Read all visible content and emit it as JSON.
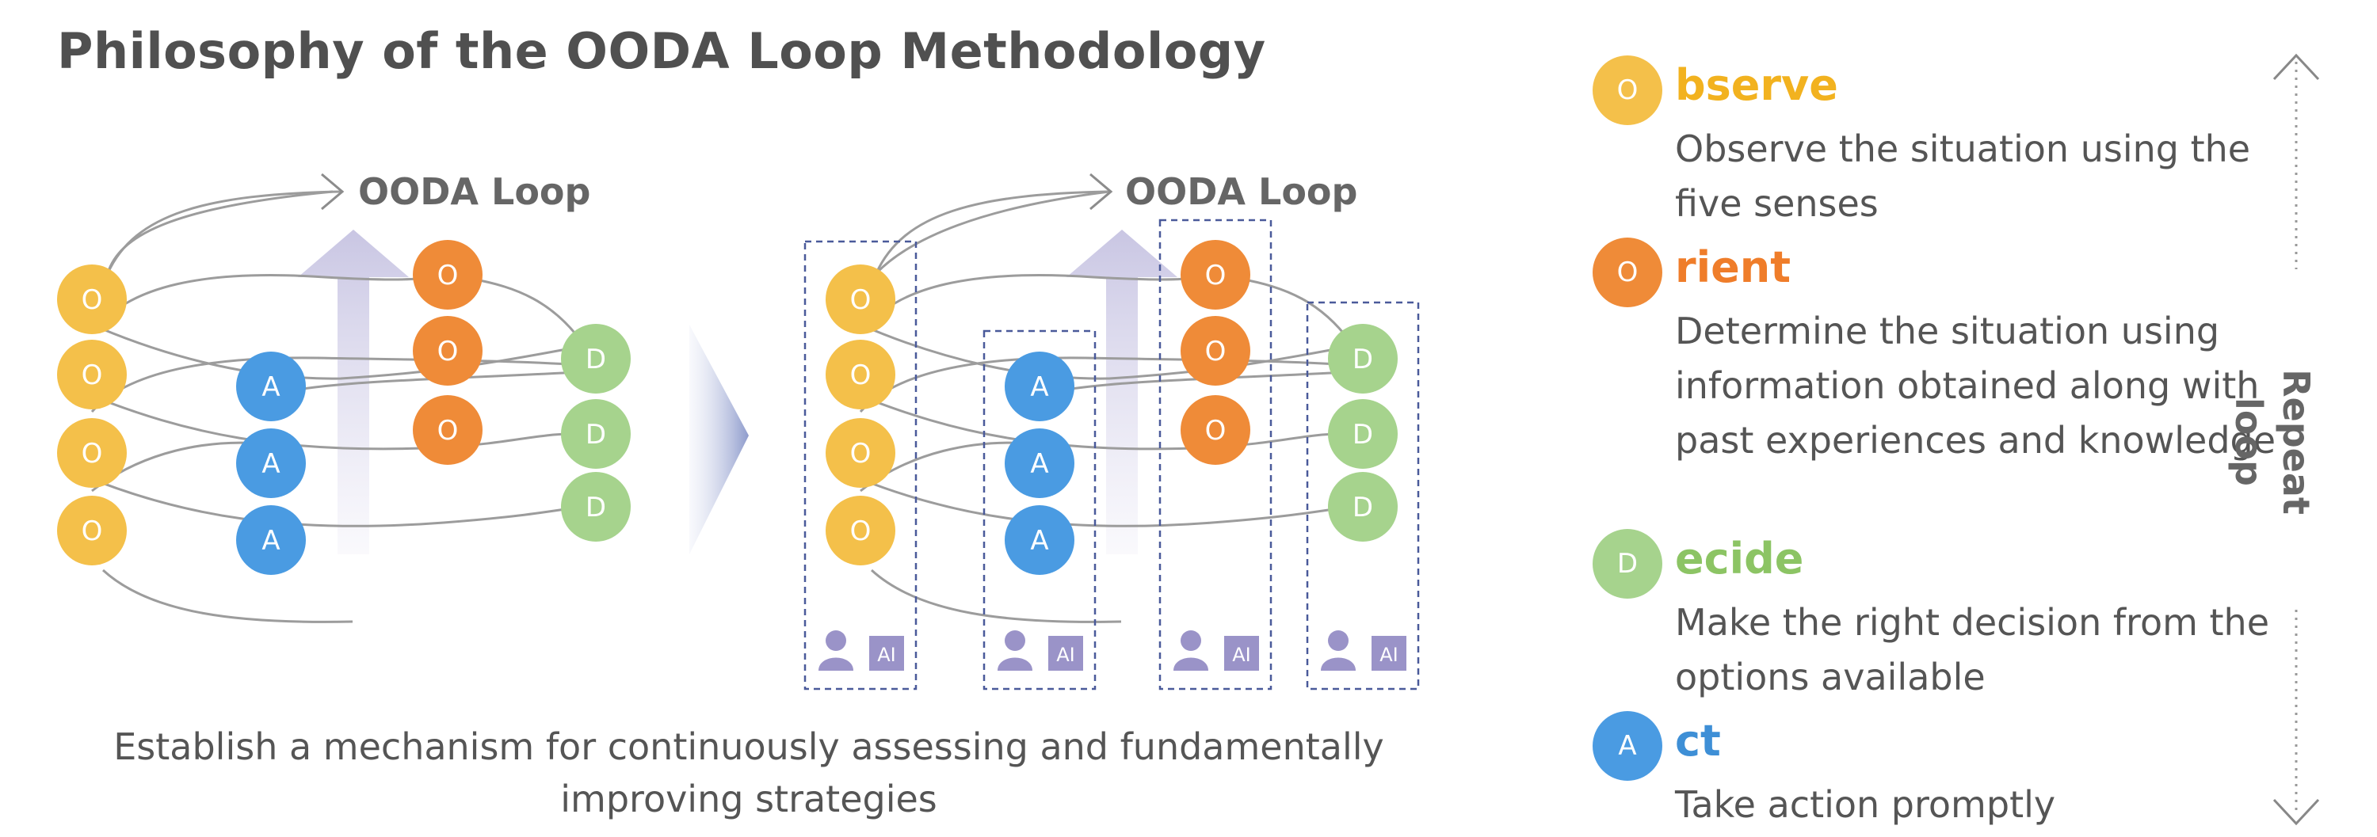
{
  "title": "Philosophy of the OODA Loop Methodology",
  "loop_label": "OODA Loop",
  "caption": "Establish a mechanism for continuously assessing and fundamentally improving strategies",
  "badge_text": "AI",
  "circle_letters": {
    "observe": "O",
    "orient": "O",
    "decide": "D",
    "act": "A"
  },
  "legend": [
    {
      "key": "observe",
      "letter": "O",
      "head": "bserve",
      "desc": "Observe the situation using the five senses",
      "color": "#f2b21f"
    },
    {
      "key": "orient",
      "letter": "O",
      "head": "rient",
      "desc": "Determine the situation using information obtained along with past experiences and knowledge",
      "color": "#ef7d2a"
    },
    {
      "key": "decide",
      "letter": "D",
      "head": "ecide",
      "desc": "Make the right decision from the options available",
      "color": "#8cc464"
    },
    {
      "key": "act",
      "letter": "A",
      "head": "ct",
      "desc": "Take action promptly",
      "color": "#3e8fd6"
    }
  ],
  "repeat_label": "Repeat loop",
  "colors": {
    "observe_fill": "#f4c04a",
    "orient_fill": "#ef8b38",
    "decide_fill": "#a6d38d",
    "act_fill": "#4a9be2",
    "arrow": "#cfcde6",
    "badge": "#9a93c8",
    "dash": "#4a5a9a",
    "line": "#999999"
  }
}
